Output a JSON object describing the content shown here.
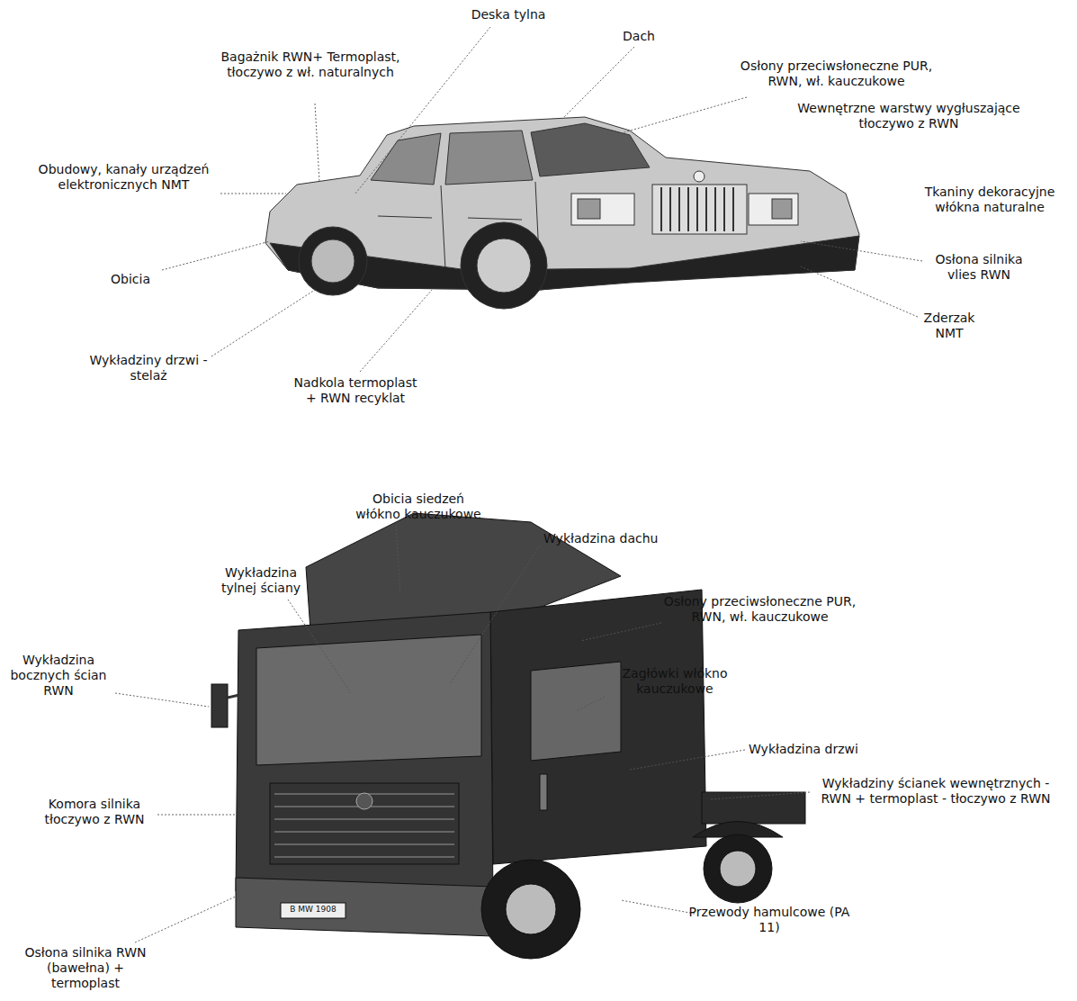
{
  "diagram": {
    "labels": [
      "Deska tylna",
      "Dach",
      "Bagażnik RWN+ Termoplast, tłoczywo z wł. naturalnych",
      "Osłony przeciwsłoneczne PUR, RWN, wł. kauczukowe",
      "Wewnętrzne warstwy wygłuszające tłoczywo z RWN",
      "Obudowy, kanały urządzeń elektronicznych NMT",
      "Tkaniny dekoracyjne włókna naturalne",
      "Obicia",
      "Osłona silnika vlies RWN",
      "Zderzak NMT",
      "Wykładziny drzwi -stelaż",
      "Nadkola termoplast + RWN recyklat",
      "Obicia siedzeń włókno kauczukowe",
      "Wykładzina dachu",
      "Wykładzina tylnej ściany",
      "Osłony przeciwsłoneczne PUR, RWN, wł. kauczukowe",
      "Wykładzina bocznych ścian RWN",
      "Zagłówki włókno kauczukowe",
      "Wykładzina drzwi",
      "Wykładziny ścianek wewnętrznych - RWN + termoplast - tłoczywo z RWN",
      "Komora silnika tłoczywo z RWN",
      "Przewody hamulcowe (PA 11)",
      "Osłona silnika RWN (bawełna) + termoplast",
      "B MW 1908"
    ]
  }
}
